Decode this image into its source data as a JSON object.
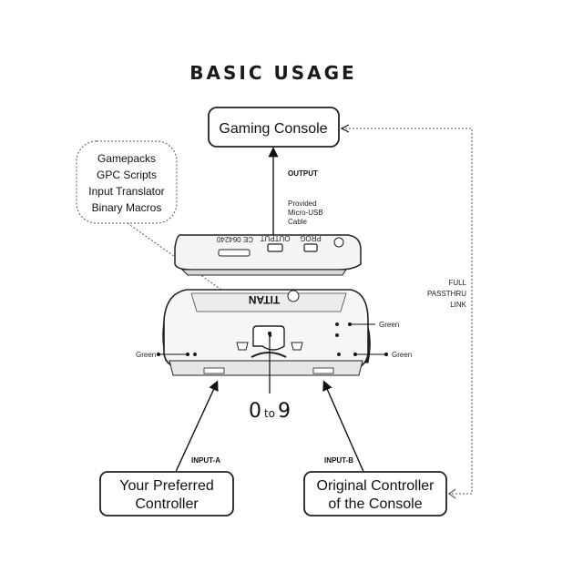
{
  "title": "BASIC USAGE",
  "boxes": {
    "console": "Gaming Console",
    "controller_a": [
      "Your Preferred",
      "Controller"
    ],
    "controller_b": [
      "Original Controller",
      "of the Console"
    ]
  },
  "features": [
    "Gamepacks",
    "GPC Scripts",
    "Input Translator",
    "Binary Macros"
  ],
  "labels": {
    "output": "OUTPUT",
    "cable": [
      "Provided",
      "Micro-USB",
      "Cable"
    ],
    "passthru": [
      "FULL",
      "PASSTHRU",
      "LINK"
    ],
    "input_a": "INPUT-A",
    "input_b": "INPUT-B",
    "led_green_right_top": "Green",
    "led_green_right_bottom": "Green",
    "led_green_left": "Green",
    "slot_range_start": "0",
    "slot_range_to": "to",
    "slot_range_end": "9"
  },
  "device": {
    "brand": "TITAN",
    "port_labels": [
      "CE 064240",
      "OUTPUT",
      "PROG"
    ]
  }
}
